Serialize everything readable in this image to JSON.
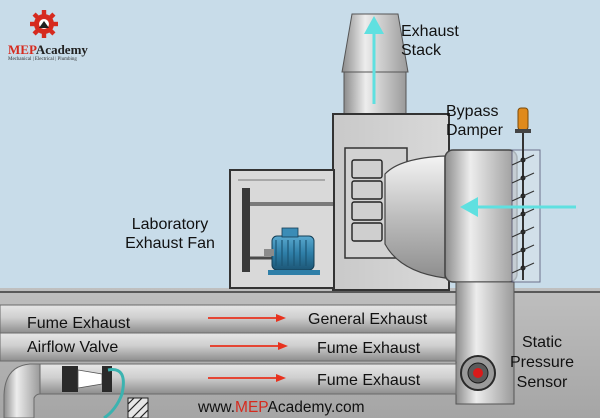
{
  "logo": {
    "name_prefix": "MEP",
    "name_suffix": "Academy",
    "tagline": "Mechanical | Electrical | Plumbing",
    "gear_icon": "gear-icon"
  },
  "labels": {
    "exhaust_stack_line1": "Exhaust",
    "exhaust_stack_line2": "Stack",
    "bypass_damper_line1": "Bypass",
    "bypass_damper_line2": "Damper",
    "lab_fan_line1": "Laboratory",
    "lab_fan_line2": "Exhaust Fan",
    "fume_valve_line1": "Fume Exhaust",
    "fume_valve_line2": "Airflow Valve",
    "duct_general": "General Exhaust",
    "duct_fume_1": "Fume Exhaust",
    "duct_fume_2": "Fume Exhaust",
    "sensor_line1": "Static",
    "sensor_line2": "Pressure",
    "sensor_line3": "Sensor"
  },
  "footer": {
    "prefix": "www.",
    "brand": "MEP",
    "suffix": "Academy.com"
  },
  "colors": {
    "sky": "#c8dce9",
    "airflow_arrow": "#5fe0e0",
    "duct_arrow": "#e8321e",
    "brand_red": "#d62a1e",
    "motor_blue": "#2f7fa8",
    "sensor_red": "#d91a1a"
  }
}
